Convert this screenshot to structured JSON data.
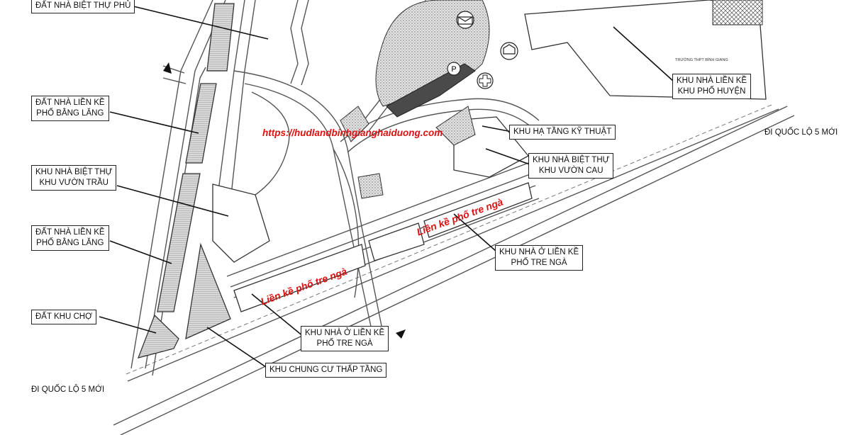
{
  "labels": {
    "biet_thu_phu": "ĐẤT NHÀ BIỆT THỰ PHỦ",
    "lien_ke_bang_lang_1": [
      "ĐẤT NHÀ LIỀN KỀ",
      "PHỐ BẰNG LĂNG"
    ],
    "biet_thu_vuon_trau": [
      "KHU NHÀ BIỆT THỰ",
      "KHU VƯỜN TRẦU"
    ],
    "lien_ke_bang_lang_2": [
      "ĐẤT NHÀ LIỀN KỀ",
      "PHỐ BẰNG LĂNG"
    ],
    "khu_cho": "ĐẤT KHU CHỢ",
    "chung_cu": "KHU CHUNG CƯ THẤP TẦNG",
    "tre_nga_bottom": [
      "KHU NHÀ Ở LIỀN KỀ",
      "PHỐ TRE NGÀ"
    ],
    "tre_nga_right": [
      "KHU NHÀ Ở LIỀN KỀ",
      "PHỐ TRE NGÀ"
    ],
    "ha_tang": "KHU HẠ TẦNG KỸ THUẬT",
    "biet_thu_vuon_cau": [
      "KHU NHÀ BIỆT THỰ",
      "KHU VƯỜN CAU"
    ],
    "pho_huyen": [
      "KHU NHÀ LIỀN KỀ",
      "KHU PHỐ HUYỆN"
    ]
  },
  "directions": {
    "left": "ĐI QUỐC LỘ 5 MỚI",
    "right": "ĐI QUỐC LỘ 5 MỚI"
  },
  "school_label": "TRƯỜNG THPT BÌNH GIANG",
  "parking_symbol": "P",
  "watermark_url": "https://hudlandbinhgianghaiduong.com",
  "street_labels": {
    "upper": "Liền kề phố tre ngà",
    "lower": "Liền kề phố tre ngà"
  },
  "colors": {
    "watermark": "#e01010",
    "road_line": "#555555",
    "dark_plot": "#4a4a4a"
  }
}
